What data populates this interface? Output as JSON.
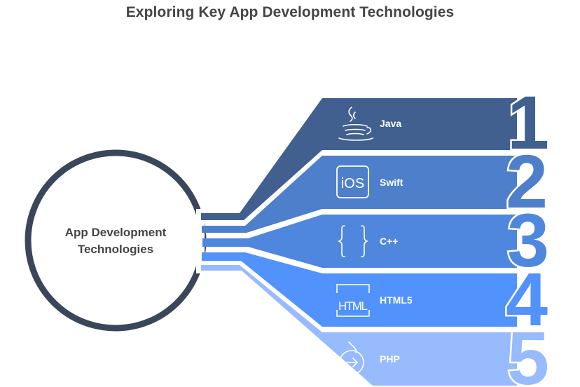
{
  "title": "Exploring Key App Development Technologies",
  "hub": {
    "line1": "App Development",
    "line2": "Technologies",
    "ring_color": "#3a475a"
  },
  "items": [
    {
      "number": "1",
      "label": "Java",
      "icon": "java-coffee-cup-icon",
      "color": "#41608f"
    },
    {
      "number": "2",
      "label": "Swift",
      "icon": "ios-badge-icon",
      "icon_text": "iOS",
      "color": "#4e7fcb"
    },
    {
      "number": "3",
      "label": "C++",
      "icon": "curly-braces-icon",
      "color": "#4f87de"
    },
    {
      "number": "4",
      "label": "HTML5",
      "icon": "html-badge-icon",
      "icon_text": "HTML",
      "color": "#5192fd"
    },
    {
      "number": "5",
      "label": "PHP",
      "icon": "circle-arrow-icon",
      "color": "#97bbfc"
    }
  ]
}
